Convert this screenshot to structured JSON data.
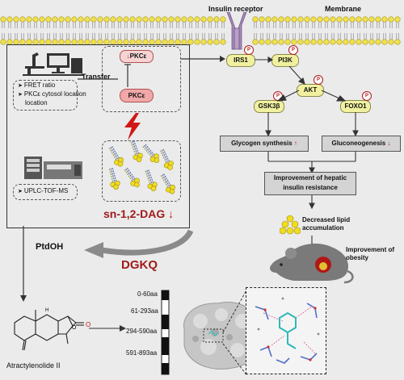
{
  "membrane": {
    "insulin_receptor_label": "Insulin receptor",
    "membrane_label": "Membrane"
  },
  "panel": {
    "fret_items": [
      "FRET ratio",
      "PKCε cytosol location"
    ],
    "transfer_label": "Transfer",
    "pkce_active": "PKCε",
    "pkce_arrow_label": "↓PKCε",
    "uplc_label": "UPLC-TOF-MS",
    "dag_label": "sn-1,2-DAG"
  },
  "pathway": {
    "irs1": "IRS1",
    "pi3k": "PI3K",
    "akt": "AKT",
    "gsk3b": "GSK3β",
    "foxo1": "FOXO1",
    "p_badge": "P",
    "glycogen": "Glycogen synthesis",
    "gluconeo": "Gluconeogenesis",
    "improvement_hepatic": "Improvement of hepatic insulin resistance",
    "lipid": "Decreased lipid accumulation",
    "obesity": "Improvement of obesity"
  },
  "left": {
    "ptdoh": "PtdOH",
    "dgkq": "DGKQ",
    "compound": "Atractylenolide II"
  },
  "domains": [
    "0-60aa",
    "61-293aa",
    "294-590aa",
    "591-893aa"
  ],
  "colors": {
    "dark_red": "#a01c1c",
    "pill_yellow": "#f0f0a0",
    "grey_box": "#d4d4d4"
  }
}
